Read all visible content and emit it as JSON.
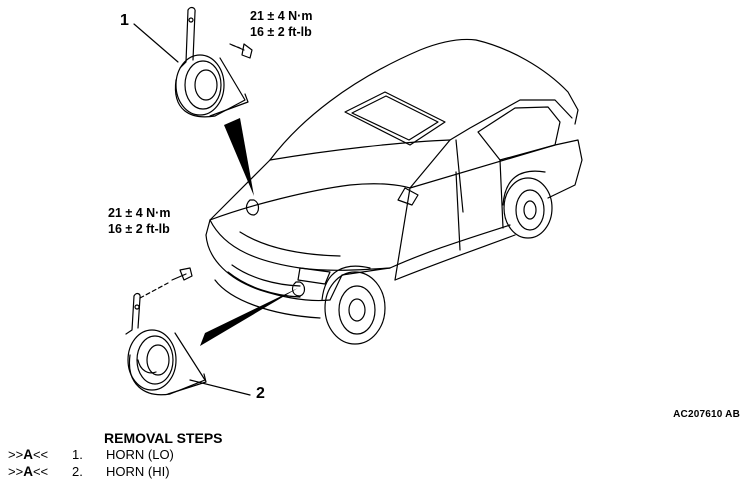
{
  "torque_top": {
    "line1": "21 ± 4 N·m",
    "line2": "16 ± 2 ft-lb"
  },
  "torque_left": {
    "line1": "21 ± 4 N·m",
    "line2": "16 ± 2 ft-lb"
  },
  "callouts": {
    "one": "1",
    "two": "2"
  },
  "figure_id": "AC207610 AB",
  "removal": {
    "title": "REMOVAL STEPS",
    "steps": [
      {
        "pre": ">>",
        "letter": "A",
        "post": "<<",
        "number": "1.",
        "label": "HORN (LO)"
      },
      {
        "pre": ">>",
        "letter": "A",
        "post": "<<",
        "number": "2.",
        "label": "HORN (HI)"
      }
    ]
  }
}
